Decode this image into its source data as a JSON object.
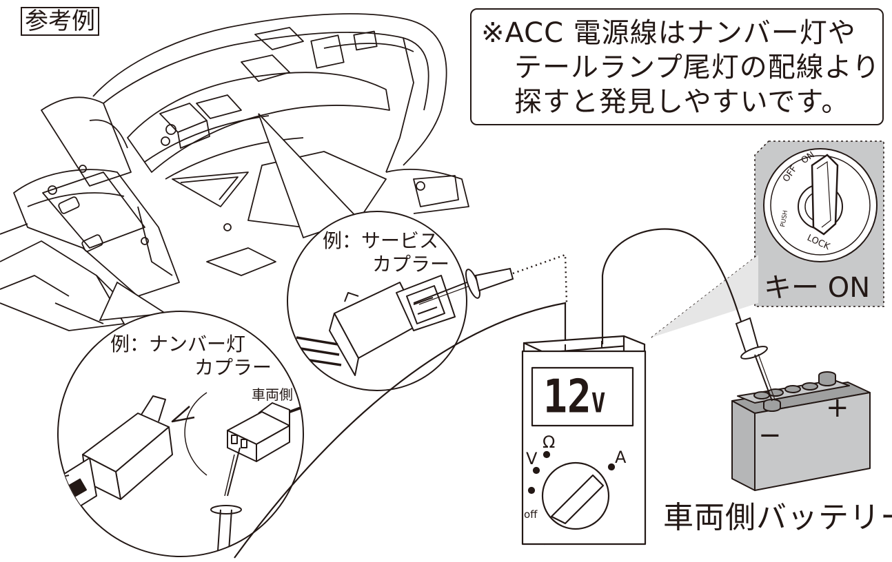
{
  "reference_label": "参考例",
  "note": {
    "line1": "※ACC 電源線はナンバー灯や",
    "line2": "テールランプ尾灯の配線より",
    "line3": "探すと発見しやすいです。"
  },
  "callout_service": {
    "line1": "例：サービス",
    "line2": "カプラー"
  },
  "callout_number": {
    "line1": "例：ナンバー灯",
    "line2": "カプラー",
    "vehicle_side": "車両側"
  },
  "key": {
    "label": "キー ON",
    "positions": [
      "OFF",
      "ON",
      "PUSH",
      "LOCK"
    ]
  },
  "multimeter": {
    "reading": "12",
    "unit": "V",
    "dial": {
      "v": "V",
      "ohm": "Ω",
      "a": "A",
      "off": "off"
    }
  },
  "battery": {
    "label": "車両側バッテリー",
    "minus": "−",
    "plus": "+"
  },
  "colors": {
    "line": "#231815",
    "key_panel": "#c8c9ca",
    "battery_body": "#c7c8c9",
    "battery_top": "#9fa0a0"
  }
}
